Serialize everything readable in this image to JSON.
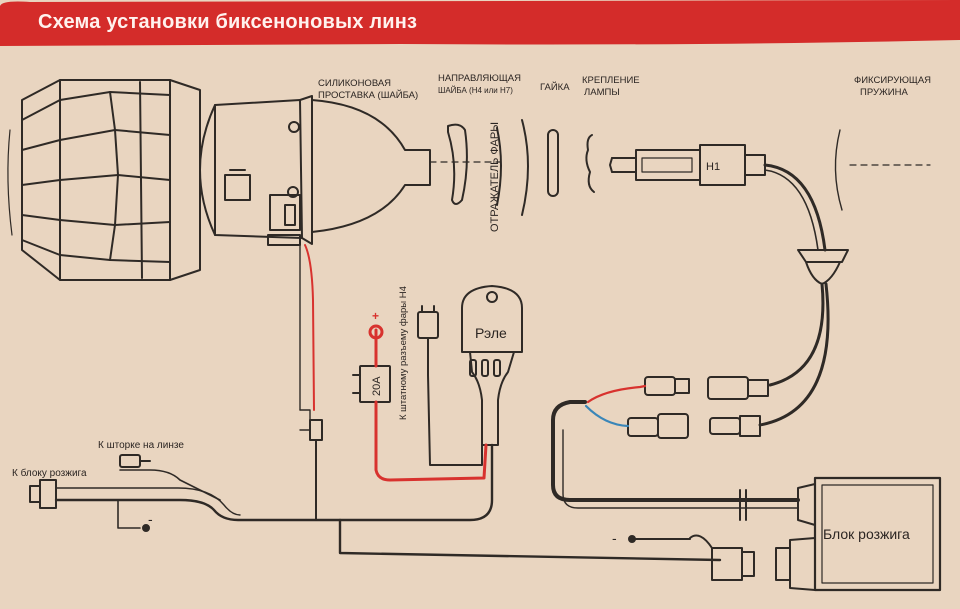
{
  "title": "Схема установки биксеноновых линз",
  "colors": {
    "banner": "#d42c2a",
    "background": "#e9d5c0",
    "line": "#2f2a26",
    "red_wire": "#d8322e",
    "blue_wire": "#3a86b8"
  },
  "labels": {
    "spacer_line1": "СИЛИКОНОВАЯ",
    "spacer_line2": "ПРОСТАВКА (ШАЙБА)",
    "guide_line1": "НАПРАВЛЯЮЩАЯ",
    "guide_line2": "ШАЙБА (H4 или H7)",
    "nut": "ГАЙКА",
    "mount_line1": "КРЕПЛЕНИЕ",
    "mount_line2": "ЛАМПЫ",
    "spring_line1": "ФИКСИРУЮЩАЯ",
    "spring_line2": "ПРУЖИНА",
    "reflector": "ОТРАЖАТЕЛЬ ФАРЫ",
    "lamp_type": "H1",
    "relay": "Рэле",
    "fuse": "20A",
    "plus": "+",
    "h4_socket": "К штатному разъему фары H4",
    "shutter": "К шторке на линзе",
    "to_ignition": "К блоку розжига",
    "ignition_unit": "Блок розжига",
    "minus_left": "-",
    "minus_right": "-"
  }
}
